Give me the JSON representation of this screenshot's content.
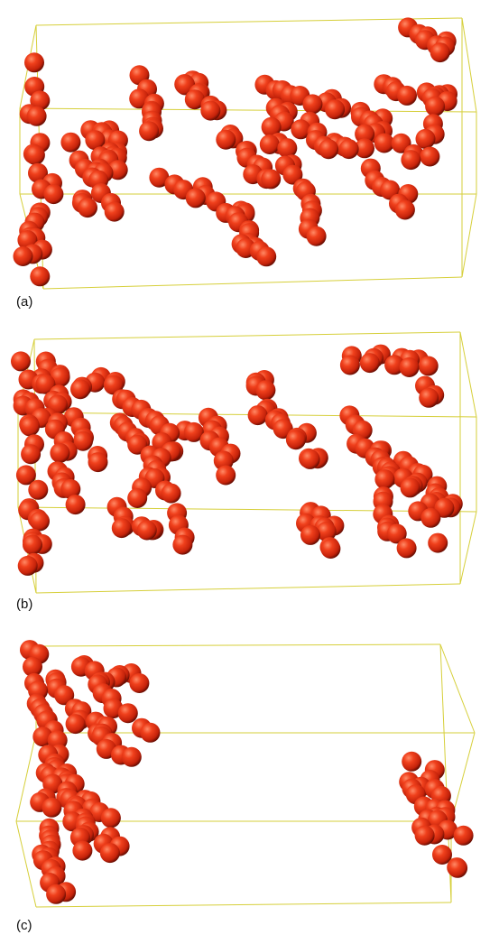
{
  "colors": {
    "background": "#ffffff",
    "box_edge": "#d6cf3a",
    "sphere_highlight": "#ff7a55",
    "sphere_base": "#e23012",
    "sphere_shadow": "#5a0b02"
  },
  "panels": [
    {
      "id": "a",
      "label": "(a)"
    },
    {
      "id": "b",
      "label": "(b)"
    },
    {
      "id": "c",
      "label": "(c)"
    }
  ]
}
